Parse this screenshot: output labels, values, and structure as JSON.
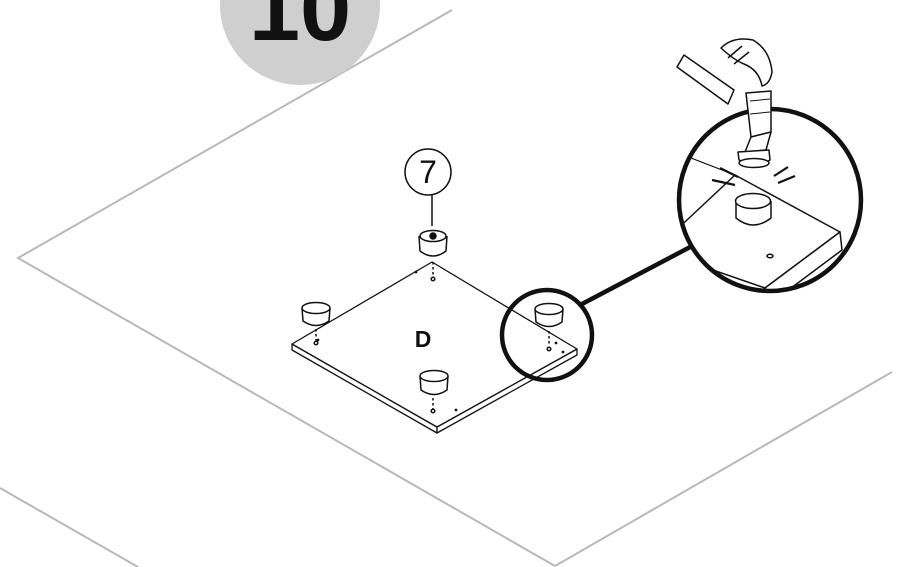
{
  "step": {
    "number": "10"
  },
  "callout": {
    "part_number": "7"
  },
  "panel": {
    "label": "D"
  },
  "colors": {
    "ink": "#111111",
    "floor_line": "#b8b8b8",
    "step_badge": "#cfcfcf",
    "panel_fill": "#ffffff"
  },
  "icons": [
    "hammer-icon",
    "bumper-foot-icon",
    "magnifier-circle"
  ]
}
